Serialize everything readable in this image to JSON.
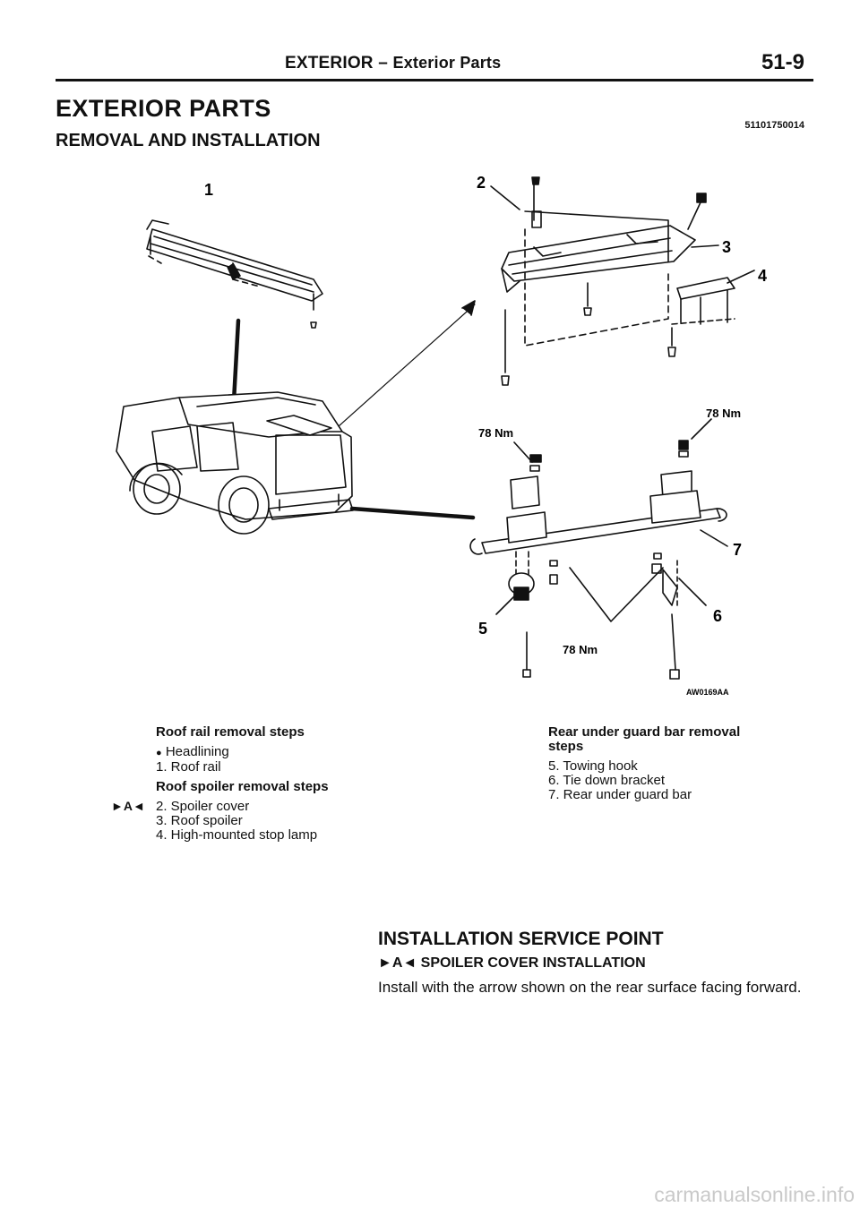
{
  "header": {
    "section": "EXTERIOR",
    "dash": "–",
    "subsection": "Exterior Parts",
    "page_number": "51-9"
  },
  "title": "EXTERIOR PARTS",
  "code": "51101750014",
  "subtitle": "REMOVAL AND INSTALLATION",
  "figure": {
    "callouts": [
      "1",
      "2",
      "3",
      "4",
      "5",
      "6",
      "7"
    ],
    "torques": [
      "78 Nm",
      "78 Nm",
      "78 Nm"
    ],
    "figure_id": "AW0169AA"
  },
  "legend_left": {
    "roof_rail_heading": "Roof rail removal steps",
    "bullet": "●",
    "headlining": "Headlining",
    "item1": "1. Roof rail",
    "roof_spoiler_heading": "Roof spoiler removal steps",
    "marker": "►A◄",
    "item2": "2. Spoiler cover",
    "item3": "3. Roof spoiler",
    "item4": "4. High-mounted stop lamp"
  },
  "legend_right": {
    "heading_line1": "Rear under guard bar removal",
    "heading_line2": "steps",
    "item5": "5. Towing hook",
    "item6": "6. Tie down bracket",
    "item7": "7. Rear under guard bar"
  },
  "service_point": {
    "heading": "INSTALLATION SERVICE POINT",
    "subheading": "►A◄ SPOILER COVER INSTALLATION",
    "text": "Install with the arrow shown on the rear surface facing forward."
  },
  "watermark": "carmanualsonline.info"
}
